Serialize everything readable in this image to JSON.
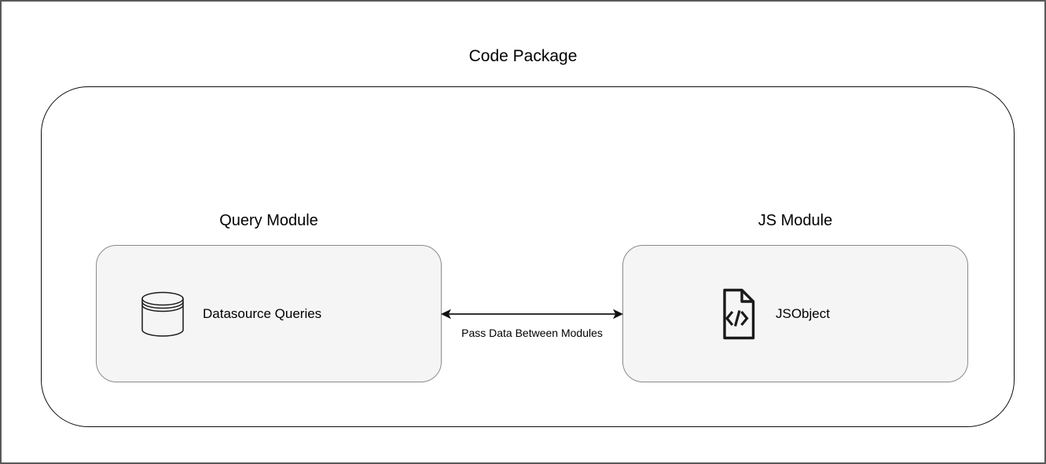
{
  "diagram": {
    "title": "Code Package",
    "modules": [
      {
        "label": "Query Module",
        "item": "Datasource Queries",
        "icon": "database-icon"
      },
      {
        "label": "JS Module",
        "item": "JSObject",
        "icon": "code-file-icon"
      }
    ],
    "connector": {
      "type": "bidirectional-arrow",
      "label": "Pass Data Between Modules"
    },
    "colors": {
      "canvas_bg": "#ffffff",
      "canvas_border": "#595959",
      "package_border": "#0d0d0d",
      "module_fill": "#f5f5f5",
      "module_border": "#8a8a8a",
      "icon_stroke": "#1a1a1a",
      "arrow": "#333333",
      "text": "#000000"
    }
  }
}
